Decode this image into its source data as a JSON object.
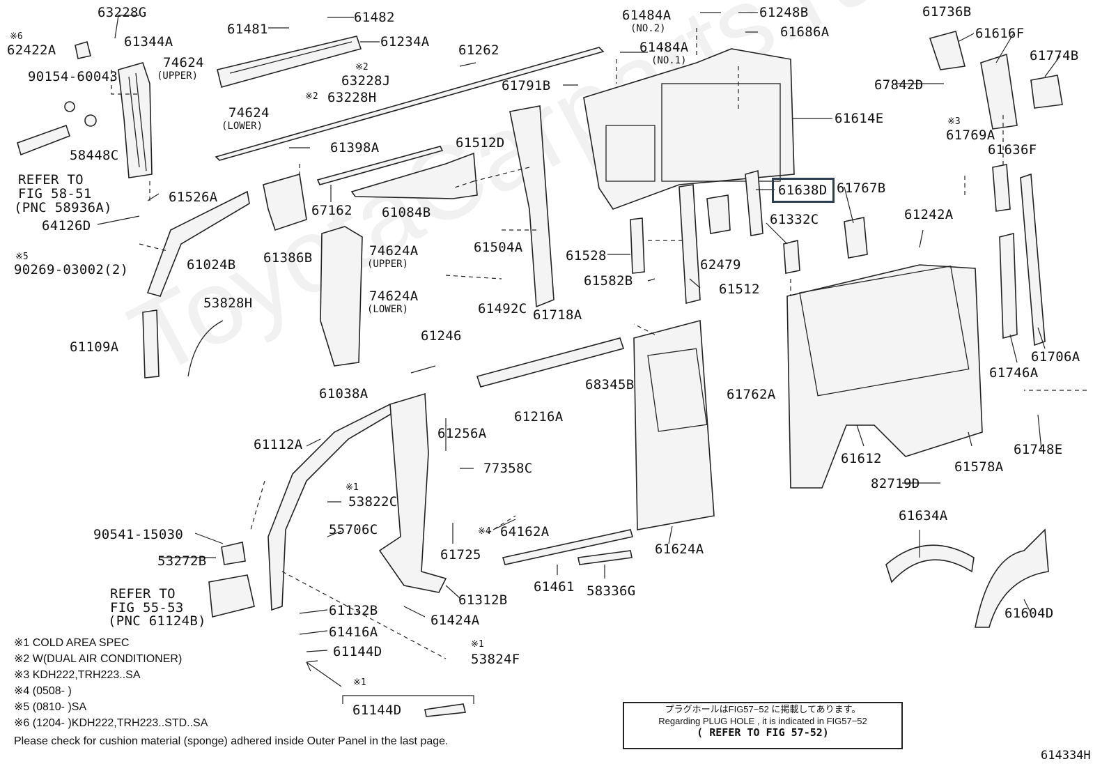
{
  "watermark": "ToyotaCarparts.ru",
  "labels": {
    "p63228G": "63228G",
    "p61481": "61481",
    "p61482": "61482",
    "p61234A": "61234A",
    "p61262": "61262",
    "p61484A2": "61484A",
    "no2": "(NO.2)",
    "p61248B": "61248B",
    "p61686A": "61686A",
    "p61484A1": "61484A",
    "no1": "(NO.1)",
    "p61736B": "61736B",
    "p61616F": "61616F",
    "p61774B": "61774B",
    "p62422A": "62422A",
    "p61344A": "61344A",
    "p74624u": "74624",
    "upper1": "(UPPER)",
    "p90154": "90154-60043",
    "p63228J": "63228J",
    "p63228H": "63228H",
    "p61791B": "61791B",
    "p61614E": "61614E",
    "p67842D": "67842D",
    "p74624l": "74624",
    "lower1": "(LOWER)",
    "p58448C": "58448C",
    "p61398A": "61398A",
    "p61512D": "61512D",
    "p61769A": "61769A",
    "p61636F": "61636F",
    "refer1": "REFER TO",
    "refer2": "FIG 58-51",
    "refer3": "(PNC 58936A)",
    "p61526A": "61526A",
    "p67162": "67162",
    "p61084B": "61084B",
    "p61638D": "61638D",
    "p61767B": "61767B",
    "p61332C": "61332C",
    "p61242A": "61242A",
    "p64126D": "64126D",
    "p61386B": "61386B",
    "p61504A": "61504A",
    "p74624A1": "74624A",
    "upper2": "(UPPER)",
    "p61528": "61528",
    "p62479": "62479",
    "p90269": "90269-03002(2)",
    "p61024B": "61024B",
    "p61582B": "61582B",
    "p61512": "61512",
    "p74624A2": "74624A",
    "lower2": "(LOWER)",
    "p61492C": "61492C",
    "p53828H": "53828H",
    "p61718A": "61718A",
    "p61109A": "61109A",
    "p61246": "61246",
    "p61706A": "61706A",
    "p61746A": "61746A",
    "p68345B": "68345B",
    "p61038A": "61038A",
    "p61762A": "61762A",
    "p61216A": "61216A",
    "p61256A": "61256A",
    "p61112A": "61112A",
    "p61612": "61612",
    "p61748E": "61748E",
    "p61578A": "61578A",
    "p77358C": "77358C",
    "p82719D": "82719D",
    "p53822C": "53822C",
    "p55706C": "55706C",
    "p90541": "90541-15030",
    "p64162A": "64162A",
    "p61725": "61725",
    "p61634A": "61634A",
    "p53272B": "53272B",
    "p61624A": "61624A",
    "p61461": "61461",
    "p58336G": "58336G",
    "refer4": "REFER TO",
    "refer5": "FIG 55-53",
    "refer6": "(PNC 61124B)",
    "p61312B": "61312B",
    "p61132B": "61132B",
    "p61604D": "61604D",
    "p61424A": "61424A",
    "p61416A": "61416A",
    "p61144D1": "61144D",
    "p53824F": "53824F",
    "p61144D2": "61144D"
  },
  "marks": {
    "m6": "※6",
    "m3": "※3",
    "m2a": "※2",
    "m2b": "※2",
    "m5": "※5",
    "m1a": "※1",
    "m4": "※4",
    "m1b": "※1",
    "m1c": "※1"
  },
  "legend": [
    "※1 COLD AREA SPEC",
    "※2 W(DUAL AIR CONDITIONER)",
    "※3 KDH222,TRH223..SA",
    "※4 (0508-        )",
    "※5 (0810-        )SA",
    "※6 (1204-        )KDH222,TRH223..STD..SA"
  ],
  "footer": "Please check for cushion material (sponge) adhered inside Outer Panel in the last page.",
  "plug_note": {
    "line1": "プラグホールはFIG57−52 に掲載してあります。",
    "line2": "Regarding  PLUG HOLE , it is indicated  in  FIG57−52",
    "line3": "( REFER TO FIG 57-52)"
  },
  "figure_id": "614334H",
  "selected_part": "61638D",
  "selection_color": "#2c3e50"
}
